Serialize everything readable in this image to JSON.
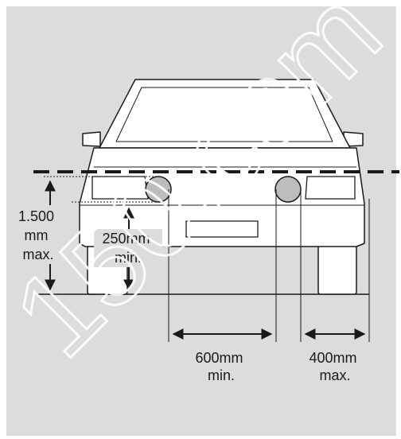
{
  "labels": {
    "height_max": [
      "1.500",
      "mm",
      "max."
    ],
    "height_min": [
      "250mm",
      "min."
    ],
    "gap_min": [
      "600mm",
      "min."
    ],
    "side_max": [
      "400mm",
      "max."
    ]
  },
  "watermark": "150.com",
  "colors": {
    "background": "#dcdcdc",
    "ink": "#1a1a1a",
    "car": "#ffffff",
    "lamp": "#bdbdbd"
  }
}
